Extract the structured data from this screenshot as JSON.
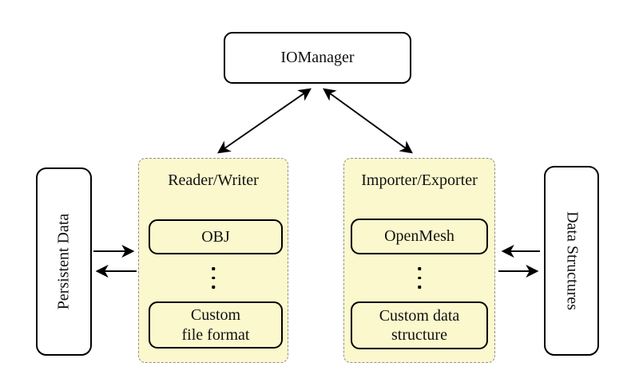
{
  "diagram_type": "architecture-diagram",
  "colors": {
    "background": "#ffffff",
    "panel_fill": "#fcf8cd",
    "panel_border": "#8f8f8f",
    "node_border": "#000000",
    "arrow": "#000000"
  },
  "io_manager": {
    "label": "IOManager"
  },
  "persistent_data": {
    "label": "Persistent Data"
  },
  "data_structures": {
    "label": "Data Structures"
  },
  "panels": [
    {
      "title": "Reader/Writer",
      "boxes": [
        {
          "lines": [
            "OBJ"
          ]
        },
        {
          "lines": [
            "Custom",
            "file format"
          ]
        }
      ],
      "ellipsis_icon": "vertical-ellipsis"
    },
    {
      "title": "Importer/Exporter",
      "boxes": [
        {
          "lines": [
            "OpenMesh"
          ]
        },
        {
          "lines": [
            "Custom data",
            "structure"
          ]
        }
      ],
      "ellipsis_icon": "vertical-ellipsis"
    }
  ],
  "connections": [
    {
      "from": "IOManager",
      "to": "Reader/Writer",
      "type": "bidirectional"
    },
    {
      "from": "IOManager",
      "to": "Importer/Exporter",
      "type": "bidirectional"
    },
    {
      "from": "Persistent Data",
      "to": "Reader/Writer",
      "type": "one-way"
    },
    {
      "from": "Reader/Writer",
      "to": "Persistent Data",
      "type": "one-way"
    },
    {
      "from": "Importer/Exporter",
      "to": "Data Structures",
      "type": "one-way"
    },
    {
      "from": "Data Structures",
      "to": "Importer/Exporter",
      "type": "one-way"
    }
  ]
}
